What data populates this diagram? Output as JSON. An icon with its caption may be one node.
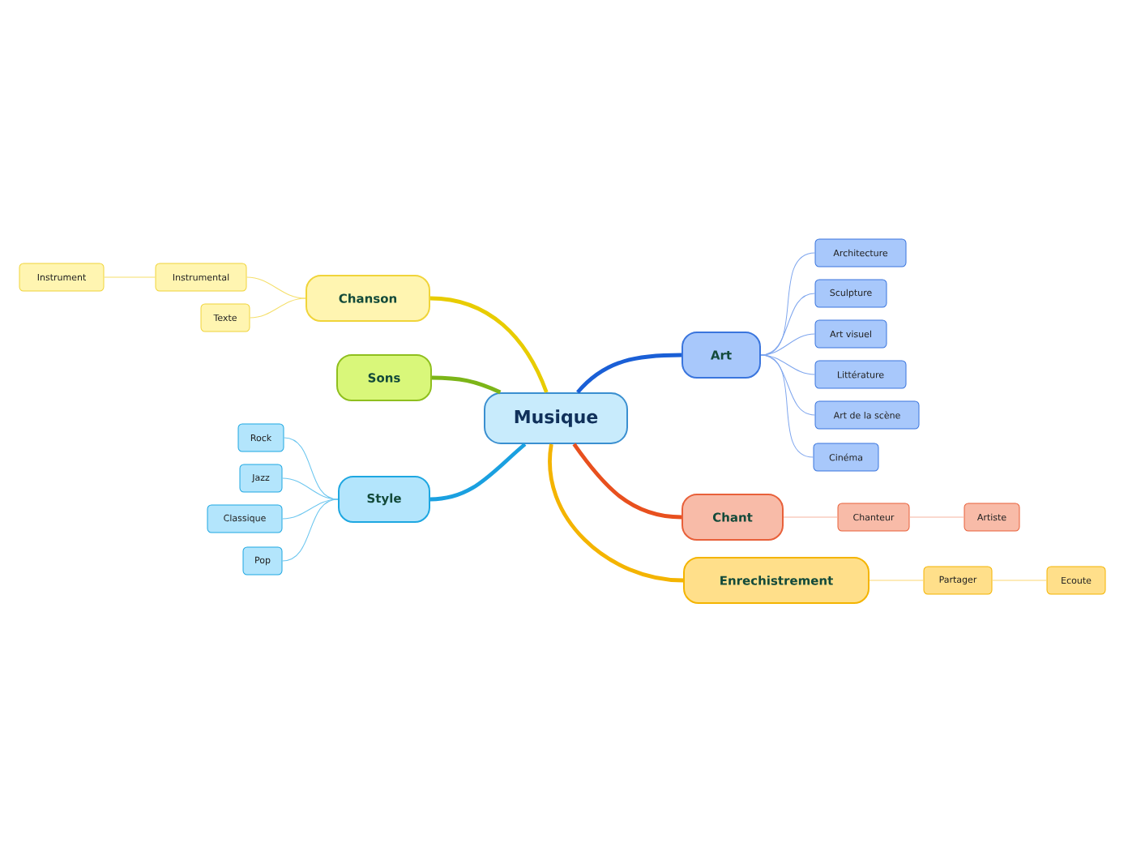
{
  "diagram": {
    "nodes": [
      {
        "text": [
          "Musique"
        ]
      },
      {
        "text": [
          "Chanson"
        ]
      },
      {
        "text": [
          "Instrumental"
        ]
      },
      {
        "text": [
          "Instrument"
        ]
      },
      {
        "text": [
          "Texte"
        ]
      },
      {
        "text": [
          "Sons"
        ]
      },
      {
        "text": [
          "Style"
        ]
      },
      {
        "text": [
          "Rock"
        ]
      },
      {
        "text": [
          "Jazz"
        ]
      },
      {
        "text": [
          "Classique"
        ]
      },
      {
        "text": [
          "Pop"
        ]
      },
      {
        "text": [
          "Art"
        ]
      },
      {
        "text": [
          "Architecture"
        ]
      },
      {
        "text": [
          "Sculpture"
        ]
      },
      {
        "text": [
          "Art visuel"
        ]
      },
      {
        "text": [
          "Littérature"
        ]
      },
      {
        "text": [
          "Art de la scène"
        ]
      },
      {
        "text": [
          "Cinéma"
        ]
      },
      {
        "text": [
          "Chant"
        ]
      },
      {
        "text": [
          "Chanteur"
        ]
      },
      {
        "text": [
          "Artiste"
        ]
      },
      {
        "text": [
          "Enrechistrement"
        ]
      },
      {
        "text": [
          "Partager"
        ]
      },
      {
        "text": [
          "Ecoute"
        ]
      }
    ],
    "edges": [
      {
        "from": 0,
        "to": 1,
        "arrow": "none",
        "style": "thick",
        "color": "#e8cc00"
      },
      {
        "from": 1,
        "to": 2,
        "arrow": "none",
        "color": "#f5df6a"
      },
      {
        "from": 2,
        "to": 3,
        "arrow": "none",
        "color": "#f5df6a"
      },
      {
        "from": 1,
        "to": 4,
        "arrow": "none",
        "color": "#f5df6a"
      },
      {
        "from": 0,
        "to": 5,
        "arrow": "none",
        "style": "thick",
        "color": "#7cb518"
      },
      {
        "from": 0,
        "to": 6,
        "arrow": "none",
        "style": "thick",
        "color": "#1aa0e0"
      },
      {
        "from": 6,
        "to": 7,
        "arrow": "none",
        "color": "#6cc6ef"
      },
      {
        "from": 6,
        "to": 8,
        "arrow": "none",
        "color": "#6cc6ef"
      },
      {
        "from": 6,
        "to": 9,
        "arrow": "none",
        "color": "#6cc6ef"
      },
      {
        "from": 6,
        "to": 10,
        "arrow": "none",
        "color": "#6cc6ef"
      },
      {
        "from": 0,
        "to": 11,
        "arrow": "none",
        "style": "thick",
        "color": "#1a5fd6"
      },
      {
        "from": 11,
        "to": 12,
        "arrow": "none",
        "color": "#7fa6ee"
      },
      {
        "from": 11,
        "to": 13,
        "arrow": "none",
        "color": "#7fa6ee"
      },
      {
        "from": 11,
        "to": 14,
        "arrow": "none",
        "color": "#7fa6ee"
      },
      {
        "from": 11,
        "to": 15,
        "arrow": "none",
        "color": "#7fa6ee"
      },
      {
        "from": 11,
        "to": 16,
        "arrow": "none",
        "color": "#7fa6ee"
      },
      {
        "from": 11,
        "to": 17,
        "arrow": "none",
        "color": "#7fa6ee"
      },
      {
        "from": 0,
        "to": 18,
        "arrow": "none",
        "style": "thick",
        "color": "#e8501e"
      },
      {
        "from": 18,
        "to": 19,
        "arrow": "none",
        "color": "#f5b4a0"
      },
      {
        "from": 19,
        "to": 20,
        "arrow": "none",
        "color": "#f5b4a0"
      },
      {
        "from": 0,
        "to": 21,
        "arrow": "none",
        "style": "thick",
        "color": "#f4b400"
      },
      {
        "from": 21,
        "to": 22,
        "arrow": "none",
        "color": "#fbd874"
      },
      {
        "from": 22,
        "to": 23,
        "arrow": "none",
        "color": "#fbd874"
      }
    ]
  }
}
